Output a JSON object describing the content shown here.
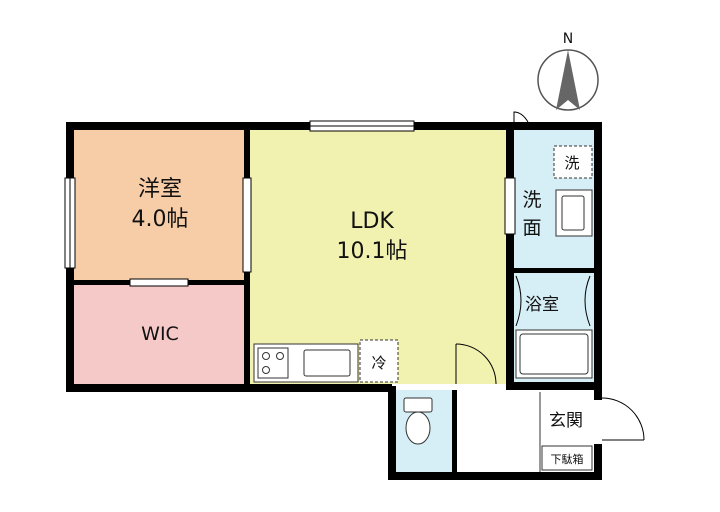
{
  "compass": {
    "north_label": "N"
  },
  "rooms": {
    "western_room": {
      "name": "洋室",
      "size": "4.0帖",
      "color": "#f7cda8"
    },
    "wic": {
      "name": "WIC",
      "color": "#f6c9c9"
    },
    "ldk": {
      "name": "LDK",
      "size": "10.1帖",
      "color": "#f2f2b0"
    },
    "washroom": {
      "name_line1": "洗",
      "name_line2": "面",
      "color": "#d6eef5"
    },
    "bathroom": {
      "name": "浴室",
      "color": "#d6eef5"
    },
    "toilet": {
      "color": "#d6eef5"
    },
    "entrance": {
      "name": "玄関",
      "shoe_box": "下駄箱"
    }
  },
  "fixtures": {
    "washer_label": "洗",
    "fridge_label": "冷"
  },
  "colors": {
    "wall": "#000000",
    "window": "#ffffff",
    "fixture_line": "#333333"
  }
}
